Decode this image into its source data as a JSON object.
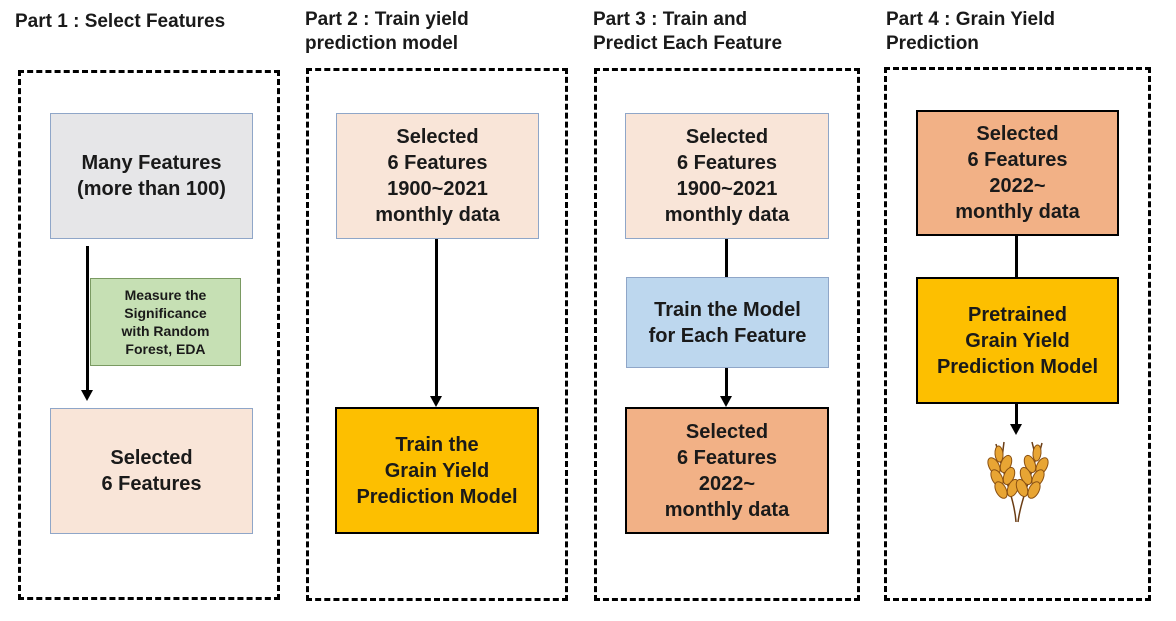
{
  "part1": {
    "title": "Part 1 : Select Features",
    "box_top": "Many Features\n(more than 100)",
    "note": "Measure the\nSignificance\nwith Random\nForest, EDA",
    "box_bottom": "Selected\n6 Features"
  },
  "part2": {
    "title": "Part 2 : Train yield\nprediction model",
    "box_top": "Selected\n6 Features\n1900~2021\nmonthly data",
    "box_bottom": "Train the\nGrain Yield\nPrediction Model"
  },
  "part3": {
    "title": "Part 3 : Train and\nPredict Each Feature",
    "box_top": "Selected\n6 Features\n1900~2021\nmonthly data",
    "box_middle": "Train the Model\nfor Each Feature",
    "box_bottom": "Selected\n6 Features\n2022~\nmonthly data"
  },
  "part4": {
    "title": "Part 4 : Grain Yield\nPrediction",
    "box_top": "Selected\n6 Features\n2022~\nmonthly data",
    "box_middle": "Pretrained\nGrain Yield\nPrediction Model",
    "icon": "wheat-icon"
  },
  "colors": {
    "gray_box": "#e6e6e8",
    "peach_box": "#f9e5d8",
    "orange_box": "#f2b186",
    "gold_box": "#fdbf00",
    "blue_box": "#bdd7ee",
    "green_note": "#c6e0b4"
  }
}
